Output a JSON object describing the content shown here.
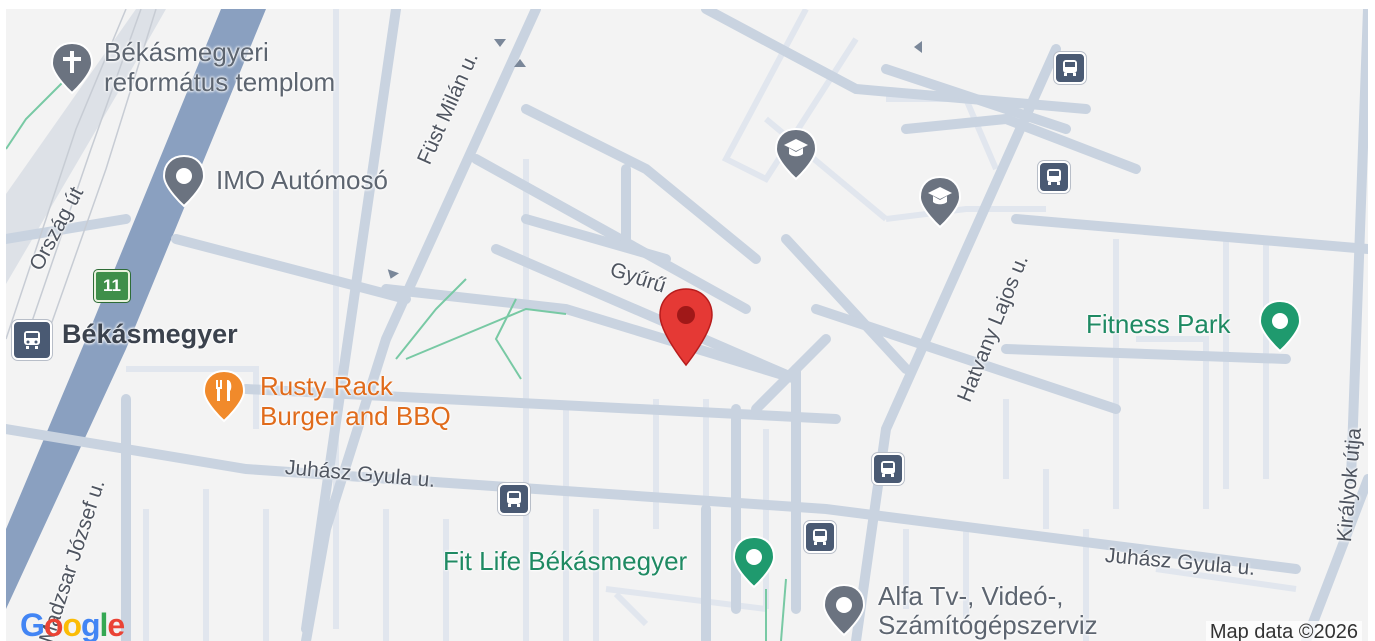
{
  "map": {
    "streets": {
      "fust_milan": "Füst Milán u.",
      "gyuru": "Gyűrű",
      "hatvany": "Hatvany Lajos u.",
      "juhasz_1": "Juhász Gyula u.",
      "juhasz_2": "Juhász Gyula u.",
      "orszag": "Ország út",
      "madzsar": "Madzsar József u.",
      "kiralyok": "Királyok útja"
    },
    "places": {
      "church": {
        "line1": "Békásmegyeri",
        "line2": "református templom"
      },
      "carwash": "IMO Autómosó",
      "station": "Békásmegyer",
      "restaurant": {
        "line1": "Rusty Rack",
        "line2": "Burger and BBQ"
      },
      "fitness_park": "Fitness Park",
      "fit_life": "Fit Life Békásmegyer",
      "alfa": {
        "line1": "Alfa Tv-, Videó-,",
        "line2": "Számítógépszerviz"
      }
    },
    "route_number": "11",
    "attribution": "Map data ©2026",
    "logo_letters": [
      "G",
      "o",
      "o",
      "g",
      "l",
      "e"
    ],
    "colors": {
      "background": "#f3f3f3",
      "road": "#c9d3e0",
      "railway": "#8aa0c0",
      "marker_red": "#e53935",
      "poi_green": "#1f8a63",
      "poi_grey": "#6b7380",
      "poi_orange": "#e06b1b"
    }
  }
}
